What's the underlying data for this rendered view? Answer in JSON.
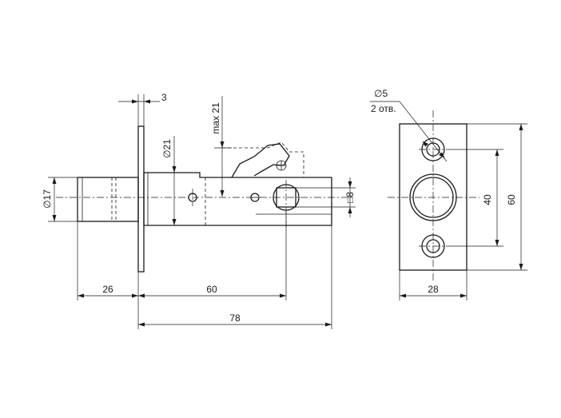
{
  "side_view": {
    "dims": {
      "d_shaft": "∅17",
      "d_body": "∅21",
      "plate_thickness": "3",
      "max_travel": "max 21",
      "square": "□8",
      "shaft_length": "26",
      "backset": "60",
      "overall_length": "78"
    }
  },
  "front_view": {
    "dims": {
      "hole_diameter": "∅5",
      "hole_count": "2 отв.",
      "hole_spacing": "40",
      "plate_height": "60",
      "plate_width": "28"
    }
  }
}
